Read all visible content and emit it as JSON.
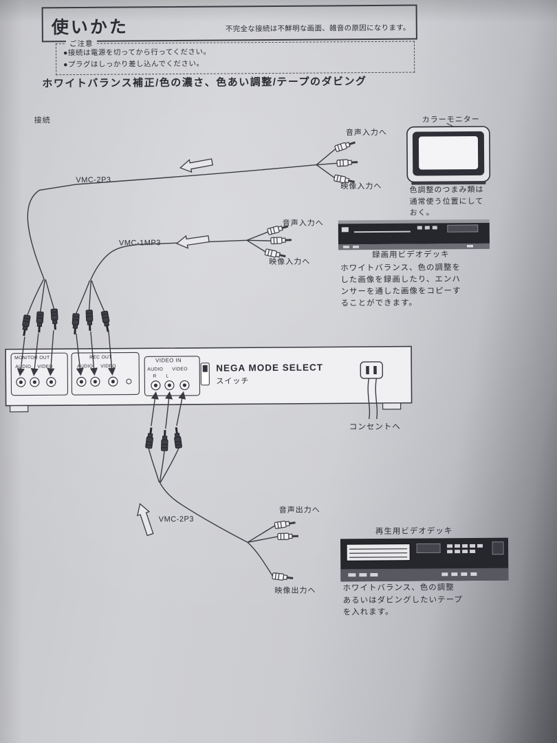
{
  "page": {
    "title": "使いかた",
    "title_note": "不完全な接続は不鮮明な画面、雑音の原因になります。",
    "notice": {
      "label": "ご注意",
      "items": [
        "●接続は電源を切ってから行ってください。",
        "●プラグはしっかり差し込んでください。"
      ]
    },
    "section_heading": "ホワイトバランス補正/色の濃さ、色あい調整/テープのダビング",
    "connection_label": "接続"
  },
  "diagram": {
    "monitor": {
      "label": "カラーモニター",
      "caption": "色調整のつまみ類は\n通常使う位置にして\nおく。",
      "audio_in": "音声入力へ",
      "video_in": "映像入力へ",
      "cable": "VMC-2P3"
    },
    "rec_vcr": {
      "label": "録画用ビデオデッキ",
      "caption": "ホワイトバランス、色の調整を\nした画像を録画したり、エンハ\nンサーを通した画像をコピーす\nることができます。",
      "audio_in": "音声入力へ",
      "video_in": "映像入力へ",
      "cable": "VMC-1MP3"
    },
    "device": {
      "monitor_out": {
        "title": "MONITOR OUT",
        "audio": "AUDIO",
        "video": "VIDEO"
      },
      "rec_out": {
        "title": "REC OUT",
        "audio": "AUDIO",
        "video": "VIDEO"
      },
      "video_in": {
        "title": "VIDEO IN",
        "audio": "AUDIO",
        "video": "VIDEO",
        "r": "R",
        "l": "L"
      },
      "switch_label": "NEGA MODE SELECT",
      "switch_sub": "スイッチ",
      "outlet_label": "コンセントへ"
    },
    "play_vcr": {
      "label": "再生用ビデオデッキ",
      "caption": "ホワイトバランス、色の調整\nあるいはダビングしたいテープ\nを入れます。",
      "audio_out": "音声出力へ",
      "video_out": "映像出力へ",
      "cable": "VMC-2P3"
    }
  }
}
